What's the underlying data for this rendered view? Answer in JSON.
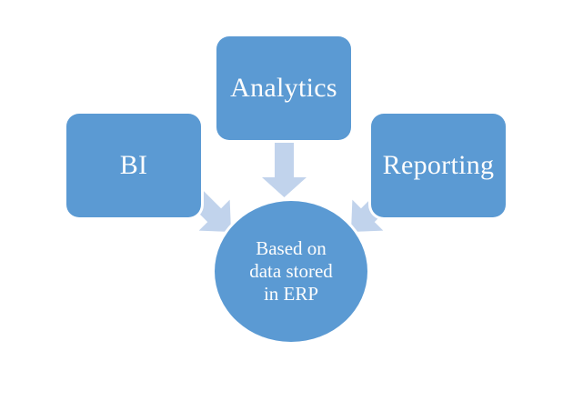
{
  "diagram": {
    "type": "converging-radial",
    "nodes": {
      "bi": {
        "label": "BI"
      },
      "analytics": {
        "label": "Analytics"
      },
      "reporting": {
        "label": "Reporting"
      },
      "center": {
        "label": "Based on data stored in ERP",
        "lines": [
          "Based on",
          "data stored",
          "in ERP"
        ]
      }
    },
    "connections": [
      {
        "from": "bi",
        "to": "center"
      },
      {
        "from": "analytics",
        "to": "center"
      },
      {
        "from": "reporting",
        "to": "center"
      }
    ],
    "colors": {
      "shape_fill": "#5b9ad3",
      "arrow_fill": "#c1d3ec",
      "shape_outline": "#ffffff",
      "text": "#fdfdfd",
      "background": "#ffffff"
    }
  }
}
